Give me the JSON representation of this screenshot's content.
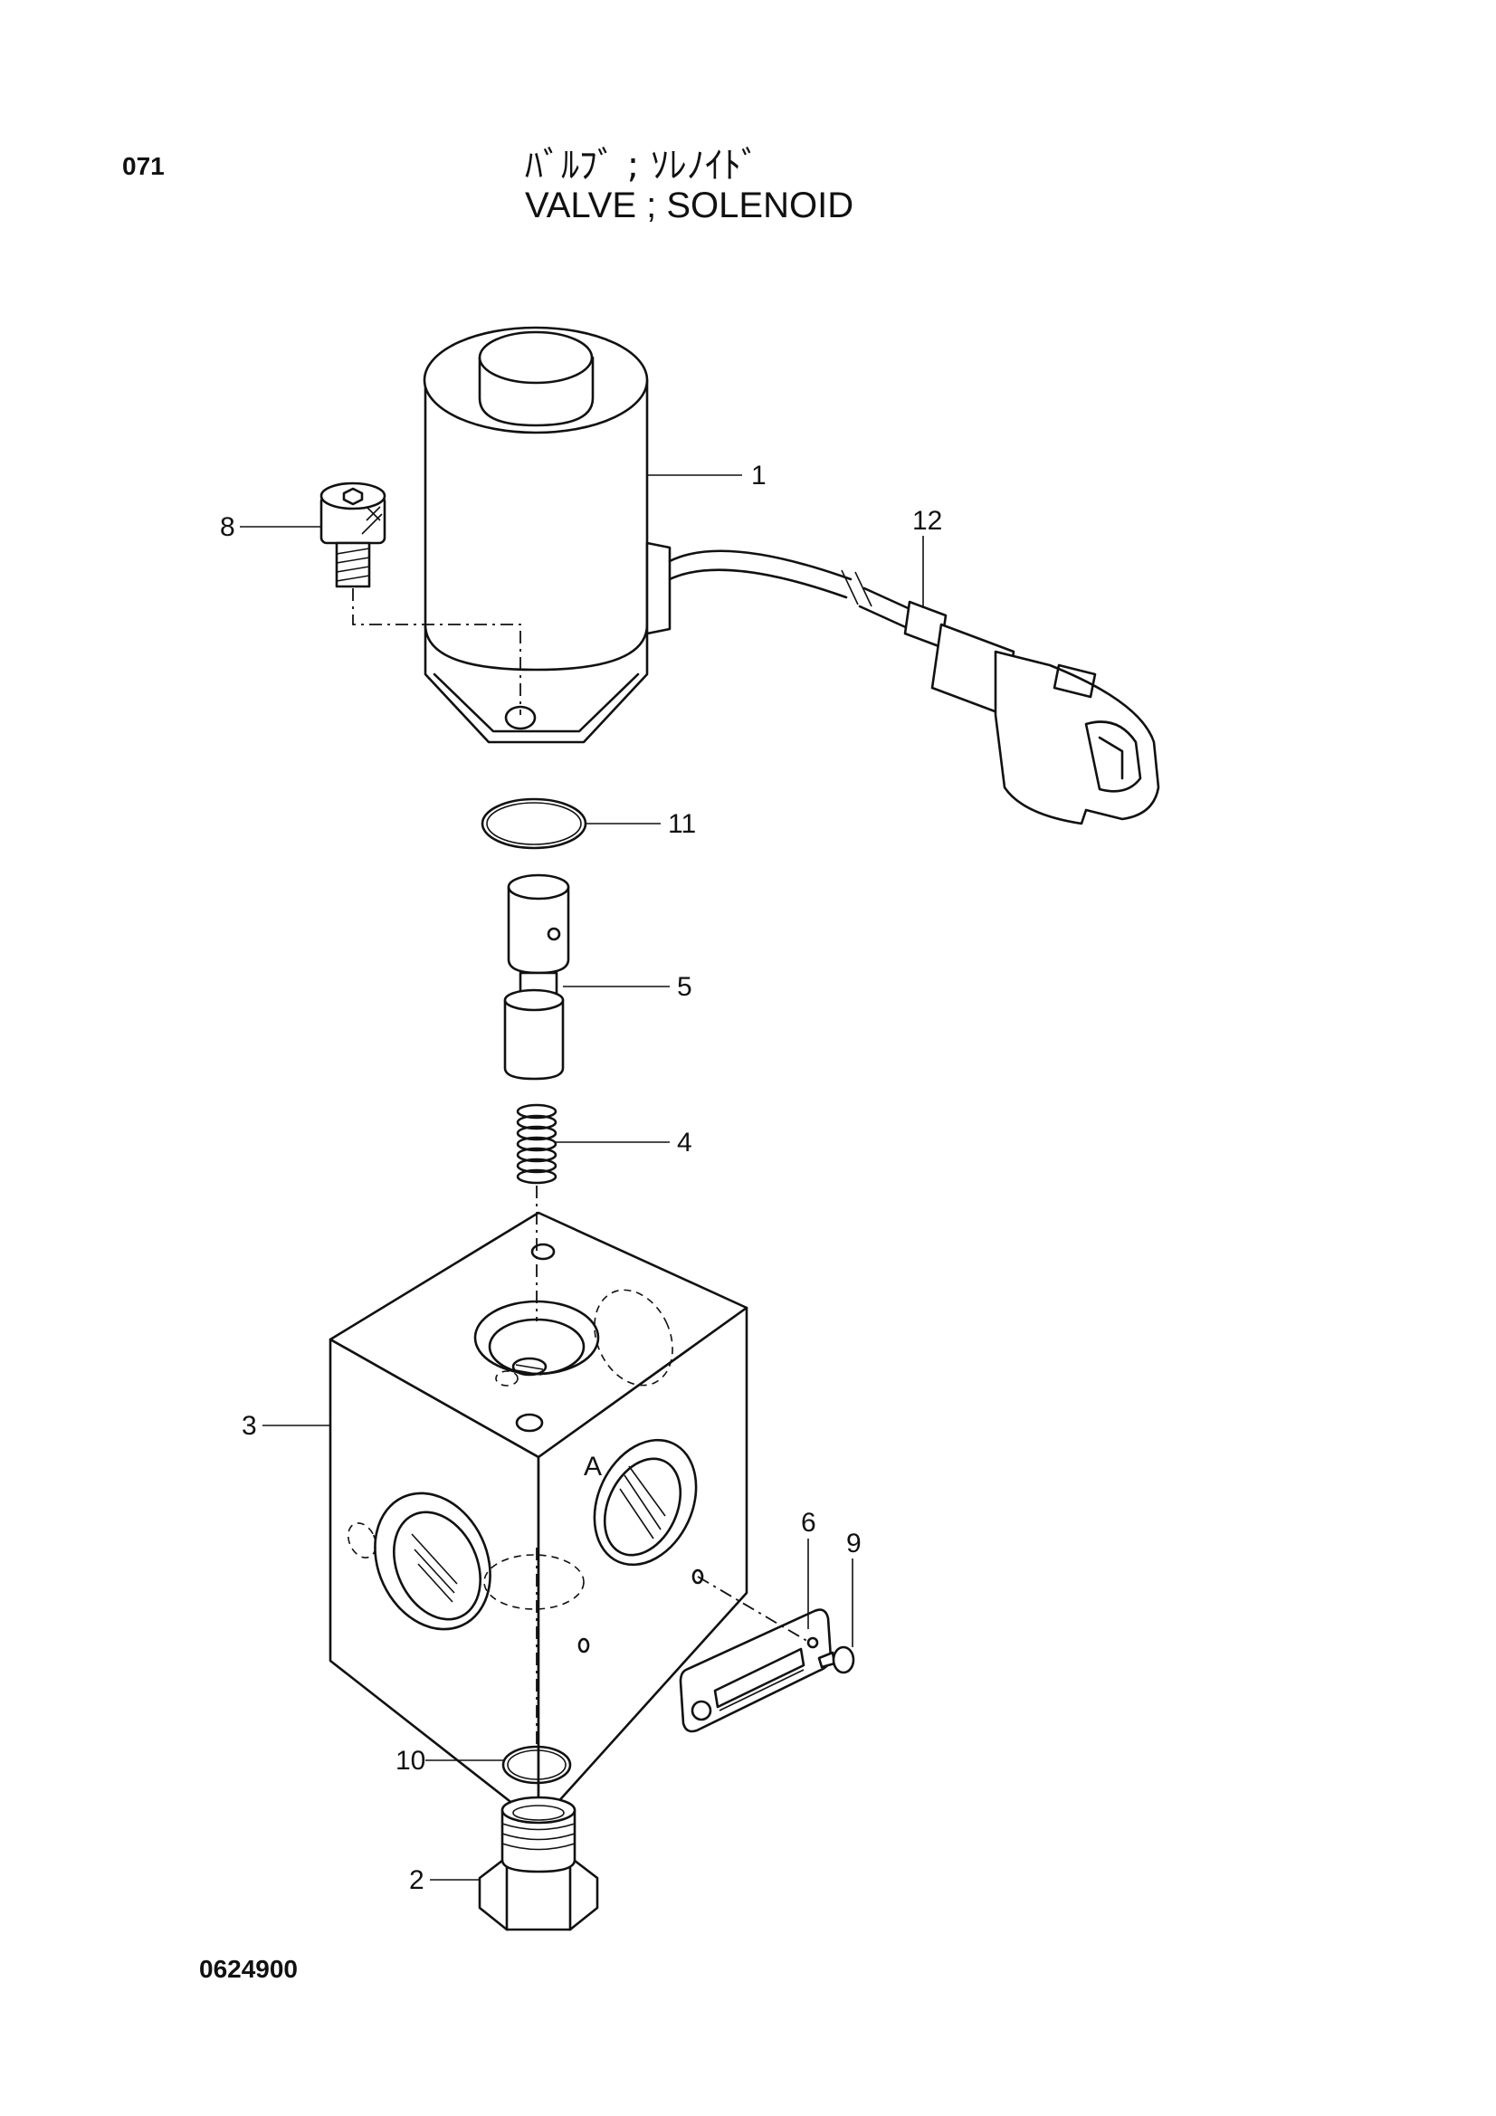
{
  "header": {
    "page_number": "071",
    "title_ja": "ﾊﾞﾙﾌﾞ ; ｿﾚﾉｲﾄﾞ",
    "title_en": "VALVE ; SOLENOID"
  },
  "footer": {
    "drawing_number": "0624900"
  },
  "callouts": {
    "p1": "1",
    "p2": "2",
    "p3": "3",
    "p4": "4",
    "p5": "5",
    "p6": "6",
    "p8": "8",
    "p9": "9",
    "p10": "10",
    "p11": "11",
    "p12": "12"
  },
  "block_port_label": "A"
}
